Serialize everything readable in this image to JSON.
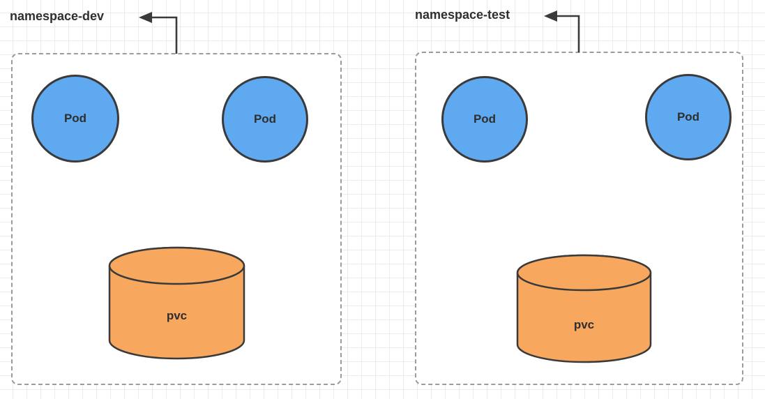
{
  "diagram": {
    "namespaces": [
      {
        "label": "namespace-dev",
        "pods": [
          {
            "label": "Pod"
          },
          {
            "label": "Pod"
          }
        ],
        "pvc": {
          "label": "pvc"
        }
      },
      {
        "label": "namespace-test",
        "pods": [
          {
            "label": "Pod"
          },
          {
            "label": "Pod"
          }
        ],
        "pvc": {
          "label": "pvc"
        }
      }
    ]
  },
  "colors": {
    "pod_fill": "#5fa9f0",
    "pod_stroke": "#3a3a3a",
    "pvc_fill": "#f8a85e",
    "pvc_stroke": "#3a3a3a",
    "box_border": "#9b9b9b",
    "arrow": "#3a3a3a",
    "text": "#2f2f2f",
    "grid_line": "#ececec",
    "canvas_bg": "#ffffff"
  }
}
